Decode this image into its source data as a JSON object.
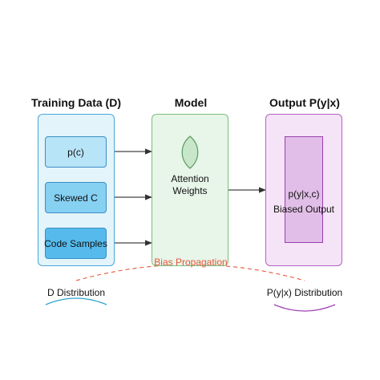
{
  "headings": {
    "training": "Training Data (D)",
    "model": "Model",
    "output": "Output P(y|x)"
  },
  "training_items": [
    "p(c)",
    "Skewed C",
    "Code Samples"
  ],
  "model_box": {
    "line1": "Attention",
    "line2": "Weights"
  },
  "output_box": {
    "line1": "p(y|x,c)",
    "line2": "Biased Output"
  },
  "bias_label": "Bias Propagation",
  "left_distribution": "D Distribution",
  "right_distribution": "P(y|x) Distribution",
  "colors": {
    "training_fill": "#e3f4fb",
    "training_border": "#4aa8d8",
    "model_fill": "#e8f5e9",
    "model_border": "#7bbf7e",
    "output_fill": "#f5e3f7",
    "output_border": "#b561c4",
    "bias": "#e8553a"
  }
}
